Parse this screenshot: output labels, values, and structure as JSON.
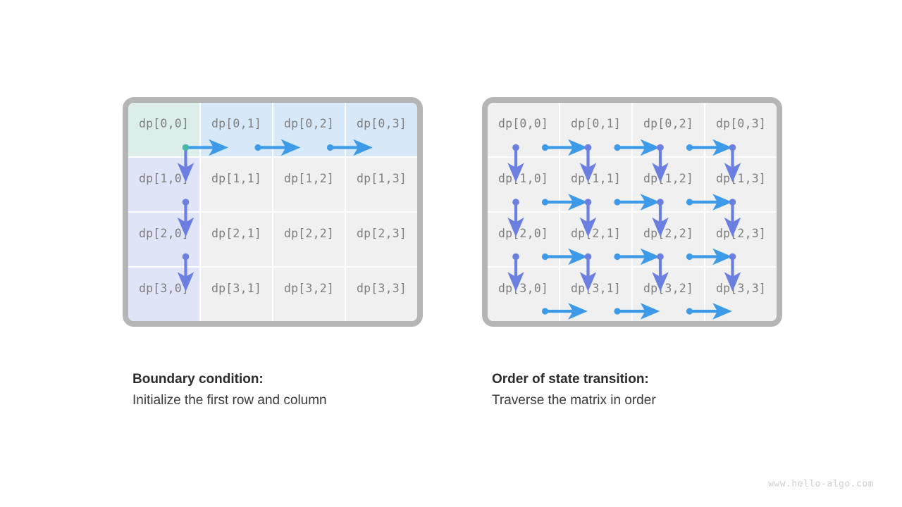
{
  "colors": {
    "frame": "#b5b5b5",
    "cell_plain": "#f0f0f0",
    "cell_green": "#dbeee9",
    "cell_blue": "#d7e9f8",
    "cell_purple": "#e0e4f7",
    "arrow_horizontal": "#3d9ae8",
    "arrow_vertical": "#6b7fe0",
    "dot_start": "#4db6ac",
    "cell_text": "#7e7e7e",
    "caption_title": "#2b2b2b",
    "caption_sub": "#3b3b3b",
    "watermark": "#cfcfcf"
  },
  "grid": {
    "rows": 4,
    "cols": 4,
    "labels": [
      [
        "dp[0,0]",
        "dp[0,1]",
        "dp[0,2]",
        "dp[0,3]"
      ],
      [
        "dp[1,0]",
        "dp[1,1]",
        "dp[1,2]",
        "dp[1,3]"
      ],
      [
        "dp[2,0]",
        "dp[2,1]",
        "dp[2,2]",
        "dp[2,3]"
      ],
      [
        "dp[3,0]",
        "dp[3,1]",
        "dp[3,2]",
        "dp[3,3]"
      ]
    ]
  },
  "left_panel": {
    "name": "boundary-condition-matrix",
    "cell_styles": [
      [
        "c-green",
        "c-blue",
        "c-blue",
        "c-blue"
      ],
      [
        "c-purple",
        "c-plain",
        "c-plain",
        "c-plain"
      ],
      [
        "c-purple",
        "c-plain",
        "c-plain",
        "c-plain"
      ],
      [
        "c-purple",
        "c-plain",
        "c-plain",
        "c-plain"
      ]
    ],
    "arrows": {
      "horizontal_row": 0,
      "horizontal_count": 3,
      "vertical_col": 0,
      "vertical_count": 3,
      "start_dot": "dp[0,0]"
    }
  },
  "right_panel": {
    "name": "state-transition-order-matrix",
    "cell_styles": [
      [
        "c-plain",
        "c-plain",
        "c-plain",
        "c-plain"
      ],
      [
        "c-plain",
        "c-plain",
        "c-plain",
        "c-plain"
      ],
      [
        "c-plain",
        "c-plain",
        "c-plain",
        "c-plain"
      ],
      [
        "c-plain",
        "c-plain",
        "c-plain",
        "c-plain"
      ]
    ],
    "arrows": {
      "horizontal_rows": [
        0,
        1,
        2,
        3
      ],
      "horizontal_per_row": 3,
      "vertical_rows": [
        0,
        1,
        2
      ],
      "vertical_per_row": 4
    }
  },
  "captions": {
    "left": {
      "title": "Boundary condition:",
      "subtitle": "Initialize the first row and column"
    },
    "right": {
      "title": "Order of state transition:",
      "subtitle": "Traverse the matrix in order"
    }
  },
  "watermark": "www.hello-algo.com"
}
